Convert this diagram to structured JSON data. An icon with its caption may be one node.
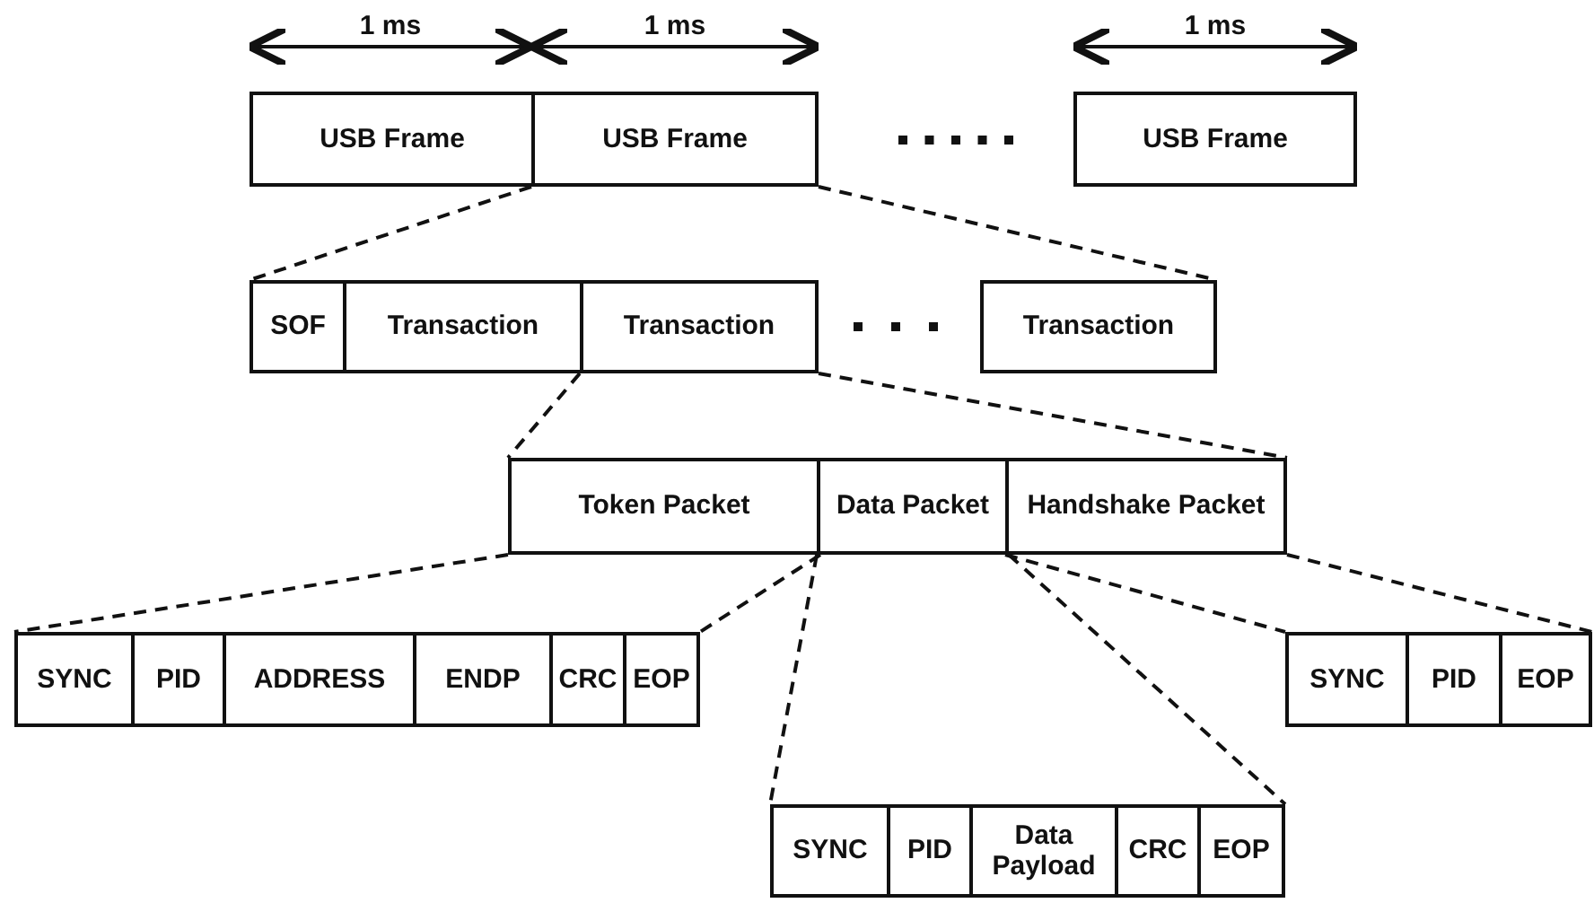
{
  "diagram": {
    "nodes": [
      {
        "text": [
          "USB Frame"
        ]
      },
      {
        "text": [
          "USB Frame"
        ]
      },
      {
        "text": [
          "USB Frame"
        ]
      },
      {
        "text": [
          "SOF"
        ]
      },
      {
        "text": [
          "Transaction"
        ]
      },
      {
        "text": [
          "Transaction"
        ]
      },
      {
        "text": [
          "Transaction"
        ]
      },
      {
        "text": [
          "Token Packet"
        ]
      },
      {
        "text": [
          "Data Packet"
        ]
      },
      {
        "text": [
          "Handshake Packet"
        ]
      },
      {
        "text": [
          "SYNC"
        ]
      },
      {
        "text": [
          "PID"
        ]
      },
      {
        "text": [
          "ADDRESS"
        ]
      },
      {
        "text": [
          "ENDP"
        ]
      },
      {
        "text": [
          "CRC"
        ]
      },
      {
        "text": [
          "EOP"
        ]
      },
      {
        "text": [
          "SYNC"
        ]
      },
      {
        "text": [
          "PID"
        ]
      },
      {
        "text": [
          "EOP"
        ]
      },
      {
        "text": [
          "SYNC"
        ]
      },
      {
        "text": [
          "PID"
        ]
      },
      {
        "text": [
          "Data Payload"
        ]
      },
      {
        "text": [
          "CRC"
        ]
      },
      {
        "text": [
          "EOP"
        ]
      }
    ],
    "edges": [
      {
        "from": 1,
        "to": 3,
        "arrow": "none",
        "style": "dashed"
      },
      {
        "from": 1,
        "to": 6,
        "arrow": "none",
        "style": "dashed"
      },
      {
        "from": 5,
        "to": 7,
        "arrow": "none",
        "style": "dashed"
      },
      {
        "from": 5,
        "to": 9,
        "arrow": "none",
        "style": "dashed"
      },
      {
        "from": 7,
        "to": 10,
        "arrow": "none",
        "style": "dashed"
      },
      {
        "from": 7,
        "to": 15,
        "arrow": "none",
        "style": "dashed"
      },
      {
        "from": 8,
        "to": 19,
        "arrow": "none",
        "style": "dashed"
      },
      {
        "from": 8,
        "to": 23,
        "arrow": "none",
        "style": "dashed"
      },
      {
        "from": 9,
        "to": 16,
        "arrow": "none",
        "style": "dashed"
      },
      {
        "from": 9,
        "to": 18,
        "arrow": "none",
        "style": "dashed"
      }
    ],
    "labels": [
      "1 ms",
      "1 ms",
      "1 ms"
    ]
  }
}
